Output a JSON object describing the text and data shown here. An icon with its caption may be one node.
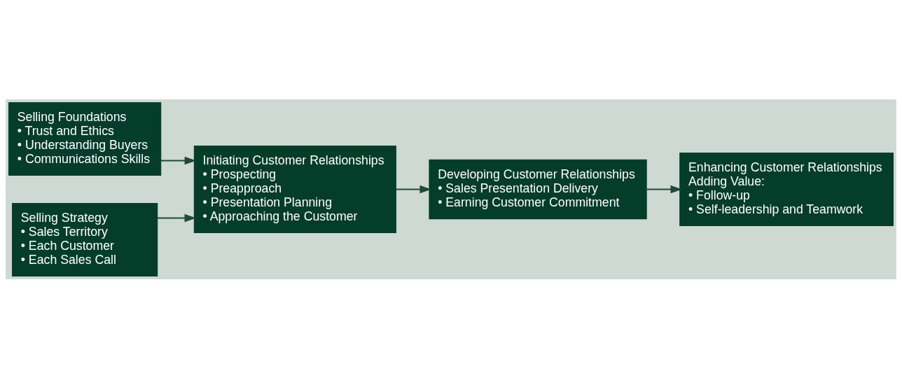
{
  "diagram": {
    "nodes": [
      {
        "text": [
          "Selling Foundations",
          "• Trust and Ethics",
          "• Understanding Buyers",
          "• Communications Skills"
        ]
      },
      {
        "text": [
          "Selling Strategy",
          "• Sales Territory",
          "• Each Customer",
          "• Each Sales Call"
        ]
      },
      {
        "text": [
          "Initiating Customer Relationships",
          "• Prospecting",
          "• Preapproach",
          "• Presentation Planning",
          "• Approaching the Customer"
        ]
      },
      {
        "text": [
          "Developing Customer Relationships",
          "• Sales Presentation Delivery",
          "• Earning Customer Commitment"
        ]
      },
      {
        "text": [
          "Enhancing Customer Relationships",
          "Adding Value:",
          "• Follow-up",
          "• Self-leadership and Teamwork"
        ]
      }
    ],
    "edges": [
      {
        "from": 0,
        "to": 2,
        "arrow": "to"
      },
      {
        "from": 1,
        "to": 2,
        "arrow": "to"
      },
      {
        "from": 2,
        "to": 3,
        "arrow": "to"
      },
      {
        "from": 3,
        "to": 4,
        "arrow": "to"
      }
    ]
  }
}
